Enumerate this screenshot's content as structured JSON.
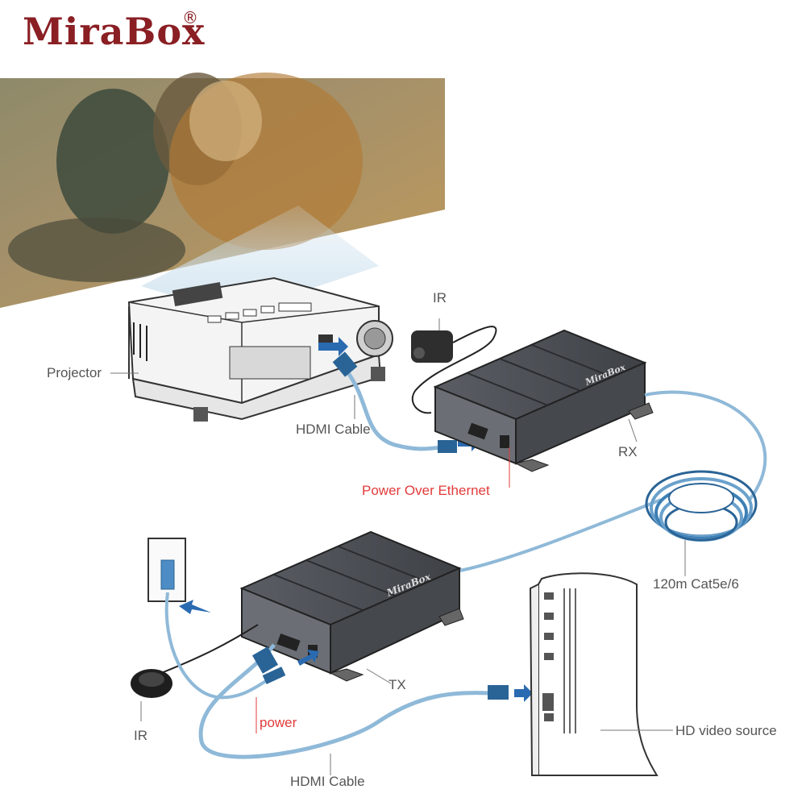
{
  "brand": {
    "name": "MiraBox",
    "registered": "®",
    "device_brand": "MiraBox"
  },
  "labels": {
    "projector": "Projector",
    "ir_top": "IR",
    "hdmi_cable_top": "HDMI Cable",
    "rx": "RX",
    "power_over_ethernet": "Power Over Ethernet",
    "cable_length": "120m Cat5e/6",
    "tx": "TX",
    "ir_bottom": "IR",
    "power": "power",
    "hdmi_cable_bottom": "HDMI Cable",
    "video_source": "HD video source"
  },
  "colors": {
    "brand": "#8a1f24",
    "cable": "#8fb9d8",
    "connector": "#2a6496",
    "arrow": "#2a6ab0",
    "power_label": "#e23b3b",
    "label_text": "#555555",
    "device_dark": "#4a4d52"
  },
  "icons": {
    "projector": "projector-icon",
    "ir_receiver": "ir-sensor-icon",
    "extender": "hdmi-extender-icon",
    "cable_coil": "cable-coil-icon",
    "wall_outlet": "wall-outlet-icon",
    "pc": "tower-pc-icon"
  }
}
